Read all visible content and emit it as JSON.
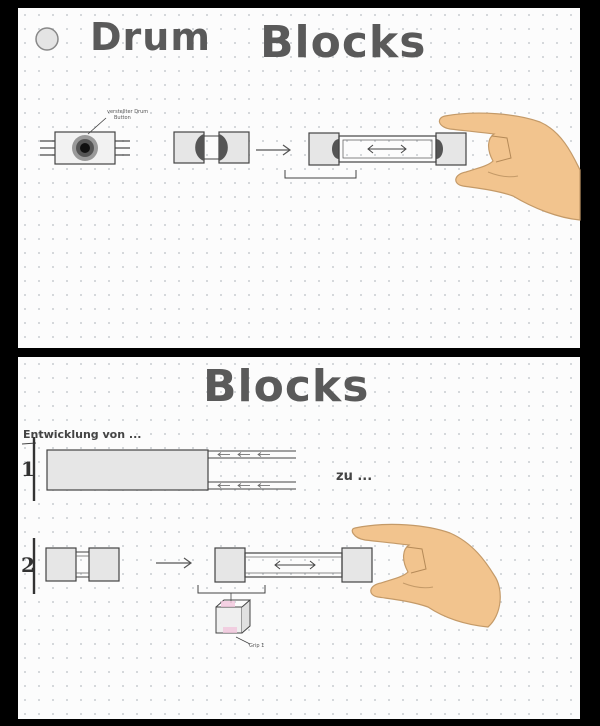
{
  "top_panel": {
    "title_word1": "Drum",
    "title_word2": "Blocks",
    "annotation_line1": "verstellter Drum",
    "annotation_line2": "Button"
  },
  "bottom_panel": {
    "title": "Blocks",
    "subtitle": "Entwicklung von ...",
    "row1_label": "1",
    "row2_label": "2",
    "zu_text": "zu ...",
    "small_label": "Grip 1"
  },
  "colors": {
    "block_fill": "#e6e6e6",
    "outline": "#444444",
    "hand": "#f2c48e",
    "title": "#5a5a5a"
  }
}
